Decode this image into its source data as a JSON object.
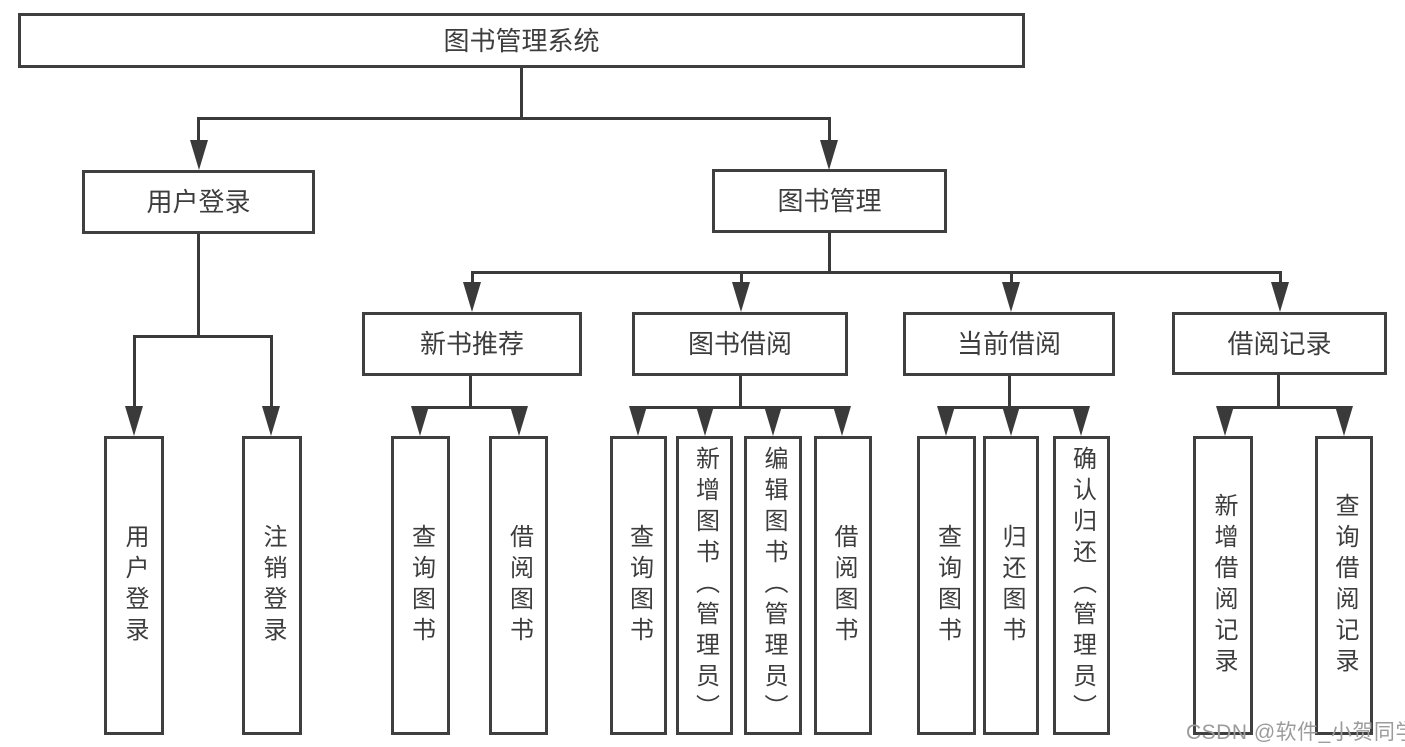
{
  "diagram": {
    "root": {
      "label": "图书管理系统"
    },
    "level2": [
      {
        "label": "用户登录"
      },
      {
        "label": "图书管理"
      }
    ],
    "level3": [
      {
        "label": "新书推荐"
      },
      {
        "label": "图书借阅"
      },
      {
        "label": "当前借阅"
      },
      {
        "label": "借阅记录"
      }
    ],
    "leaves": {
      "user_login": [
        {
          "label": "用户登录"
        },
        {
          "label": "注销登录"
        }
      ],
      "new_book_rec": [
        {
          "label": "查询图书"
        },
        {
          "label": "借阅图书"
        }
      ],
      "book_borrow": [
        {
          "label": "查询图书"
        },
        {
          "label": "新增图书（管理员）"
        },
        {
          "label": "编辑图书（管理员）"
        },
        {
          "label": "借阅图书"
        }
      ],
      "current_borrow": [
        {
          "label": "查询图书"
        },
        {
          "label": "归还图书"
        },
        {
          "label": "确认归还（管理员）"
        }
      ],
      "borrow_record": [
        {
          "label": "新增借阅记录"
        },
        {
          "label": "查询借阅记录"
        }
      ]
    }
  },
  "watermark": {
    "text": "CSDN @软件_小贺同学"
  },
  "colors": {
    "line": "#3a3a3a",
    "box_border": "#3f3f3f",
    "text": "#3d3d3d",
    "watermark": "#9c9c9c",
    "background": "#ffffff"
  }
}
